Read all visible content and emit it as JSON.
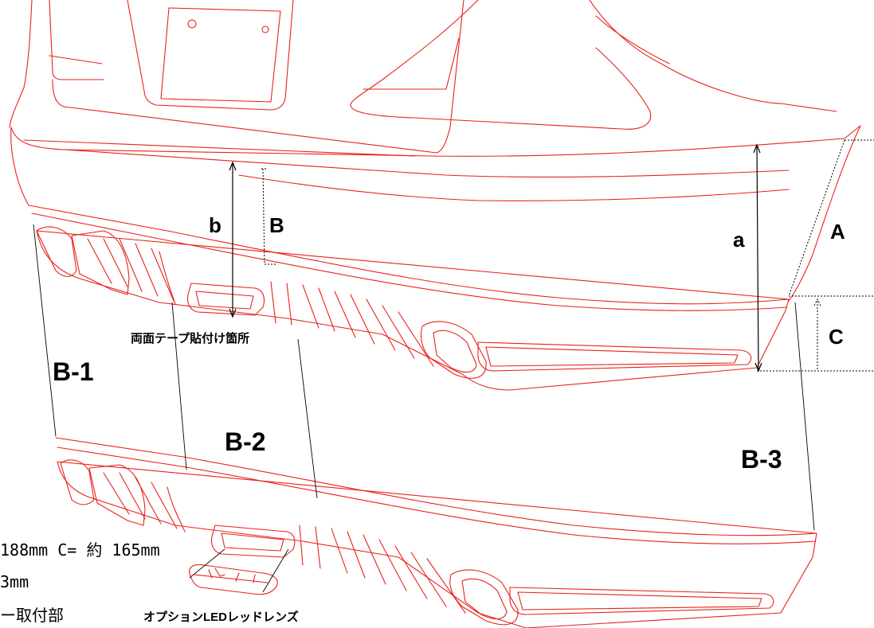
{
  "labels": {
    "a": "a",
    "b": "b",
    "A": "A",
    "B": "B",
    "C": "C",
    "b1": "B-1",
    "b2": "B-2",
    "b3": "B-3",
    "tape": "両面テープ貼付け箇所",
    "option": "オプションLEDレッドレンズ"
  },
  "notes": {
    "line1": "188mm  C= 約 165mm",
    "line2": "3mm",
    "line3": "ー取付部"
  }
}
